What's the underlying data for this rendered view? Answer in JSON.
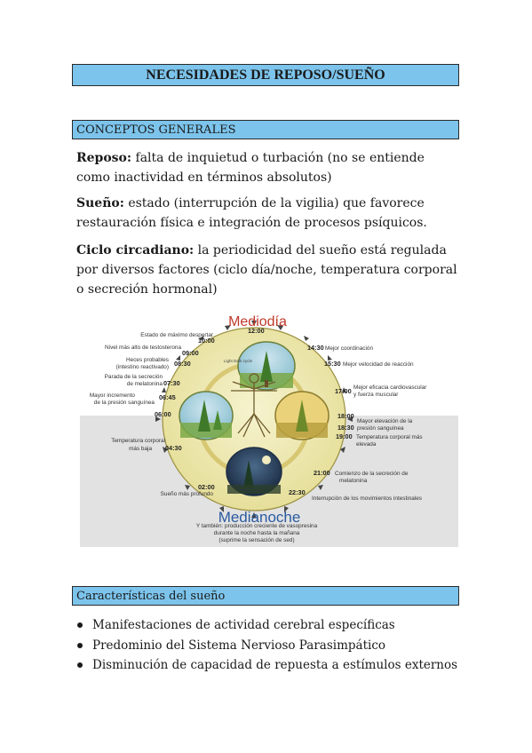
{
  "title": "NECESIDADES DE REPOSO/SUEÑO",
  "section1": {
    "heading": "CONCEPTOS GENERALES",
    "reposo": {
      "term": "Reposo:",
      "text": " falta de inquietud o turbación (no se entiende como inactividad en términos absolutos)"
    },
    "sueno": {
      "term": "Sueño:",
      "text": " estado (interrupción de la vigilia) que favorece restauración física e integración de procesos psíquicos."
    },
    "ciclo": {
      "term": "Ciclo circadiano:",
      "text": " la periodicidad del sueño está regulada por diversos factores (ciclo día/noche, temperatura corporal o secreción hormonal)"
    }
  },
  "diagram": {
    "top_title": "Mediodía",
    "bottom_title": "Medianoche",
    "inner_label": "Light   Dark   cycle",
    "times": {
      "t1200": "12:00",
      "t1000": "10:00",
      "t0900": "09:00",
      "t0830": "08:30",
      "t0730": "07:30",
      "t0645": "06:45",
      "t0600": "06:00",
      "t0430": "04:30",
      "t0200": "02:00",
      "t1430": "14:30",
      "t1530": "15:30",
      "t1700": "17:00",
      "t1800": "18:00",
      "t1830": "18:30",
      "t1900": "19:00",
      "t2100": "21:00",
      "t2230": "22:30"
    },
    "events": {
      "e1000": "Estado de máximo despertar",
      "e0900": "Nivel más alto de testosterona",
      "e0830a": "Heces probables",
      "e0830b": "(intestino reactivado)",
      "e0730a": "Parada de la secreción",
      "e0730b": "de melatonina",
      "e0645a": "Mayor incremento",
      "e0645b": "de la presión sanguínea",
      "e0430a": "Temperatura corporal",
      "e0430b": "más baja",
      "e0200": "Sueño más profundo",
      "e1430": "Mejor coordinación",
      "e1530": "Mejor velocidad de reacción",
      "e1700a": "Mejor eficacia cardiovascular",
      "e1700b": "y fuerza muscular",
      "e1830a": "Mayor elevación de la",
      "e1830b": "presión sanguínea",
      "e1900a": "Temperatura corporal más",
      "e1900b": "elevada",
      "e2100a": "Comienzo de la secreción de",
      "e2100b": "melatonina",
      "e2230": "Interrupción de los movimientos intestinales"
    },
    "note_lines": [
      "Y también: producción creciente de vasopresina",
      "durante la noche hasta la mañana",
      "(suprime la sensación de sed)"
    ]
  },
  "section2": {
    "heading": "Características del sueño",
    "items": [
      "Manifestaciones de actividad cerebral específicas",
      "Predominio del Sistema Nervioso Parasimpático",
      "Disminución de capacidad de repuesta a estímulos externos"
    ]
  }
}
